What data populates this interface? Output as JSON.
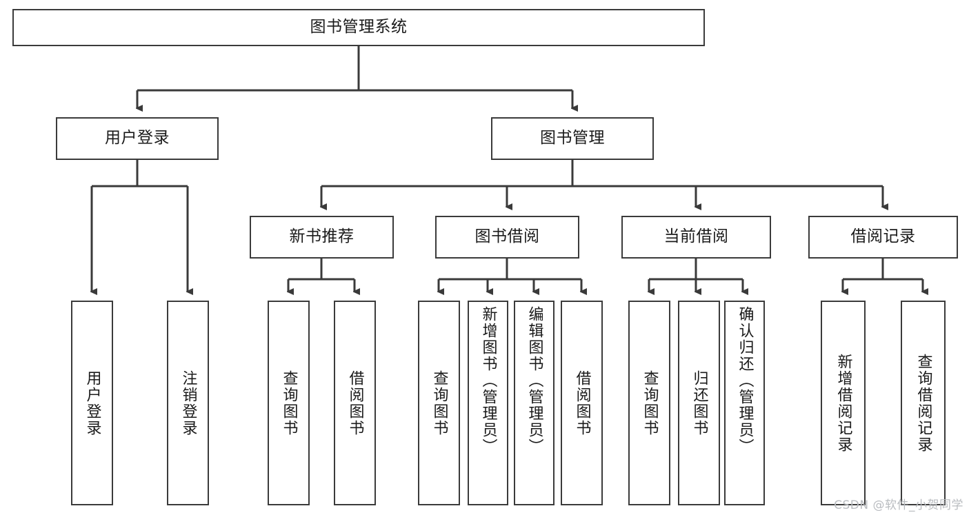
{
  "diagram": {
    "title_node": {
      "label": "图书管理系统"
    },
    "level2": [
      {
        "id": "user-login",
        "label": "用户登录"
      },
      {
        "id": "book-manage",
        "label": "图书管理"
      }
    ],
    "level3": [
      {
        "id": "new-book-recommend",
        "label": "新书推荐"
      },
      {
        "id": "book-borrow",
        "label": "图书借阅"
      },
      {
        "id": "current-borrow",
        "label": "当前借阅"
      },
      {
        "id": "borrow-record",
        "label": "借阅记录"
      }
    ],
    "leaves": [
      {
        "id": "leaf-user-login",
        "label": "用户登录",
        "parent": "user-login"
      },
      {
        "id": "leaf-logout-login",
        "label": "注销登录",
        "parent": "user-login"
      },
      {
        "id": "leaf-query-book-1",
        "label": "查询图书",
        "parent": "new-book-recommend"
      },
      {
        "id": "leaf-borrow-book-1",
        "label": "借阅图书",
        "parent": "new-book-recommend"
      },
      {
        "id": "leaf-query-book-2",
        "label": "查询图书",
        "parent": "book-borrow"
      },
      {
        "id": "leaf-add-book",
        "label": "新增图书（管理员）",
        "parent": "book-borrow"
      },
      {
        "id": "leaf-edit-book",
        "label": "编辑图书（管理员）",
        "parent": "book-borrow"
      },
      {
        "id": "leaf-borrow-book-2",
        "label": "借阅图书",
        "parent": "book-borrow"
      },
      {
        "id": "leaf-query-book-3",
        "label": "查询图书",
        "parent": "current-borrow"
      },
      {
        "id": "leaf-return-book",
        "label": "归还图书",
        "parent": "current-borrow"
      },
      {
        "id": "leaf-confirm-return",
        "label": "确认归还（管理员）",
        "parent": "current-borrow"
      },
      {
        "id": "leaf-add-record",
        "label": "新增借阅记录",
        "parent": "borrow-record"
      },
      {
        "id": "leaf-query-record",
        "label": "查询借阅记录",
        "parent": "borrow-record"
      }
    ],
    "colors": {
      "stroke": "#3a3a3a",
      "text": "#1a1a1a",
      "background": "#ffffff",
      "watermark": "#b9bcc0"
    }
  },
  "watermark": {
    "text": "CSDN @软件_小贺同学"
  }
}
